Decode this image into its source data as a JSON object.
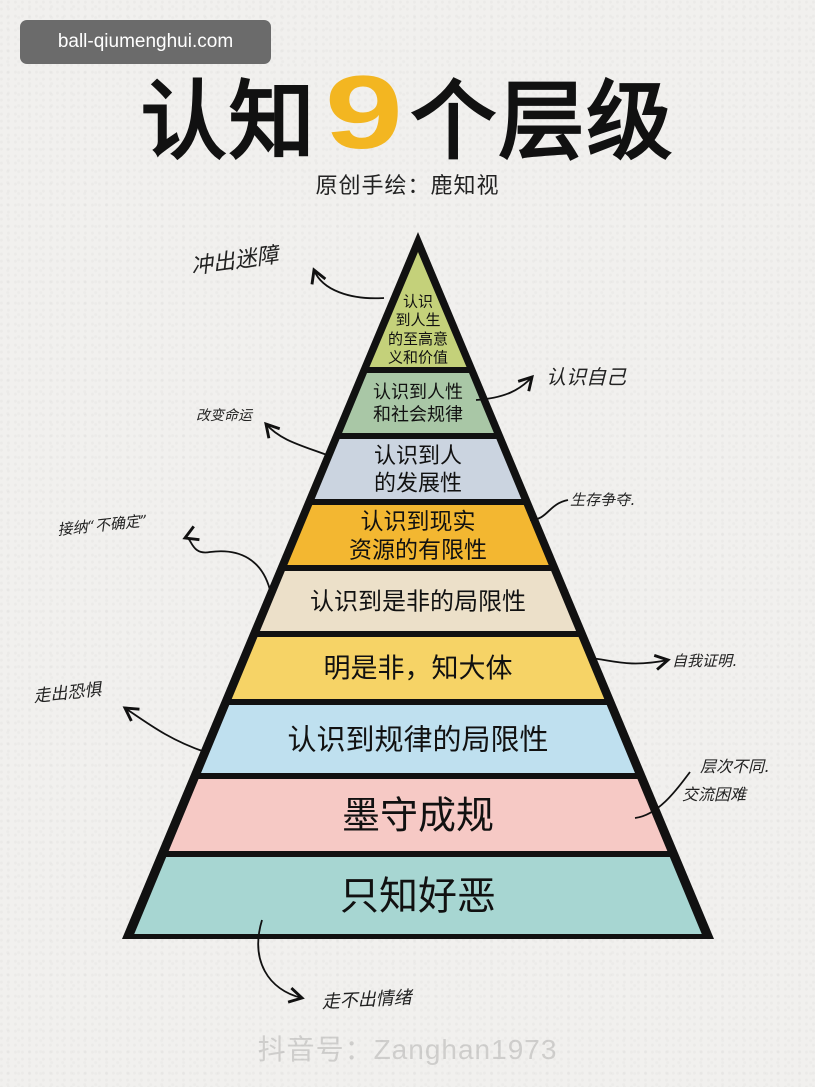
{
  "source_badge": "ball-qiumenghui.com",
  "title": {
    "part1": "认知",
    "number": "9",
    "part2": "个层级"
  },
  "subtitle": "原创手绘：鹿知视",
  "levels": [
    {
      "lines": [
        "认识",
        "到人生",
        "的至高意",
        "义和价值"
      ],
      "color": "#c4d17a"
    },
    {
      "lines": [
        "认识到人性",
        "和社会规律"
      ],
      "color": "#a9c7a6"
    },
    {
      "lines": [
        "认识到人",
        "的发展性"
      ],
      "color": "#cbd4e0"
    },
    {
      "lines": [
        "认识到现实",
        "资源的有限性"
      ],
      "color": "#f3b731"
    },
    {
      "lines": [
        "认识到是非的局限性"
      ],
      "color": "#ece0c9"
    },
    {
      "lines": [
        "明是非，知大体"
      ],
      "color": "#f6d366"
    },
    {
      "lines": [
        "认识到规律的局限性"
      ],
      "color": "#bfe0ef"
    },
    {
      "lines": [
        "墨守成规"
      ],
      "color": "#f6c9c5"
    },
    {
      "lines": [
        "只知好恶"
      ],
      "color": "#a7d6d2"
    }
  ],
  "annotations": {
    "breakthrough": "冲出迷障",
    "know_self": "认识自己",
    "change_fate": "改变命运",
    "survival": "生存争夺.",
    "accept_uncertainty": "接纳“不确定”",
    "self_prove": "自我证明.",
    "out_of_fear": "走出恐惧",
    "levels_differ_1": "层次不同.",
    "levels_differ_2": "交流困难",
    "out_of_emotion": "走不出情绪"
  },
  "watermark": "抖音号：Zanghan1973"
}
